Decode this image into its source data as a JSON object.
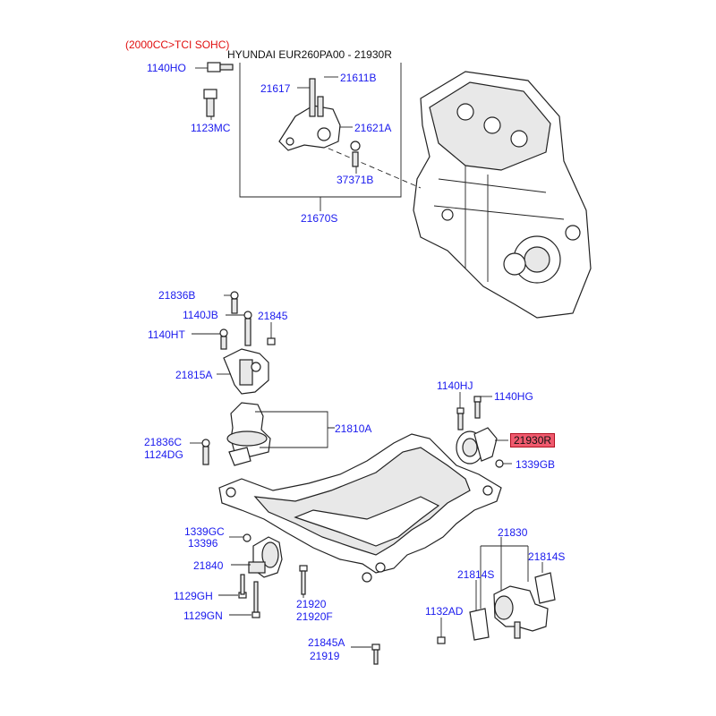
{
  "header": {
    "condition": "(2000CC>TCI SOHC)",
    "model_ref": "HYUNDAI EUR260PA00 - 21930R"
  },
  "colors": {
    "label": "#1a1aee",
    "condition": "#e01010",
    "highlight": "#f05a6e",
    "line": "#222222"
  },
  "labels": {
    "p1140HO": "1140HO",
    "p1123MC": "1123MC",
    "p21617": "21617",
    "p21611B": "21611B",
    "p21621A": "21621A",
    "p37371B": "37371B",
    "p21670S": "21670S",
    "p21836B": "21836B",
    "p1140JB": "1140JB",
    "p21845": "21845",
    "p1140HT": "1140HT",
    "p21815A": "21815A",
    "p21810A": "21810A",
    "p21836C": "21836C",
    "p1124DG": "1124DG",
    "p1140HJ": "1140HJ",
    "p1140HG": "1140HG",
    "p21930R": "21930R",
    "p1339GB": "1339GB",
    "p1339GC": "1339GC",
    "p13396": "13396",
    "p21840": "21840",
    "p1129GH": "1129GH",
    "p1129GN": "1129GN",
    "p21920": "21920",
    "p21920F": "21920F",
    "p21845A": "21845A",
    "p21919": "21919",
    "p21830": "21830",
    "p21814S_left": "21814S",
    "p21814S_right": "21814S",
    "p1132AD": "1132AD"
  },
  "icons": {
    "engine": "engine-block-icon",
    "subframe": "crossmember-subframe-icon",
    "bolt": "bolt-icon"
  }
}
